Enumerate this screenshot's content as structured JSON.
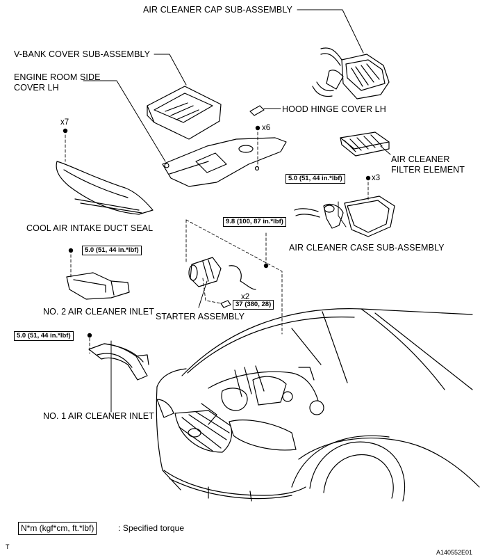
{
  "labels": {
    "air_cleaner_cap": "AIR CLEANER CAP SUB-ASSEMBLY",
    "v_bank_cover": "V-BANK COVER SUB-ASSEMBLY",
    "engine_room_side_cover_l1": "ENGINE ROOM SIDE",
    "engine_room_side_cover_l2": "COVER LH",
    "hood_hinge_cover": "HOOD HINGE COVER LH",
    "air_cleaner_filter_l1": "AIR CLEANER",
    "air_cleaner_filter_l2": "FILTER ELEMENT",
    "cool_air_intake_duct_seal": "COOL AIR INTAKE DUCT SEAL",
    "air_cleaner_case": "AIR CLEANER CASE SUB-ASSEMBLY",
    "no2_air_cleaner_inlet": "NO. 2 AIR CLEANER INLET",
    "starter_assembly": "STARTER ASSEMBLY",
    "no1_air_cleaner_inlet": "NO. 1 AIR CLEANER INLET"
  },
  "quantities": {
    "clips_duct_seal": "x7",
    "clips_side_cover": "x6",
    "bolts_air_case": "x3",
    "bolts_starter": "x2"
  },
  "torques": {
    "air_case": "5.0 (51, 44 in.*lbf)",
    "starter_nut": "9.8 (100, 87 in.*lbf)",
    "no2_inlet": "5.0 (51, 44 in.*lbf)",
    "starter_bolt": "37 (380, 28)",
    "no1_inlet": "5.0 (51, 44 in.*lbf)"
  },
  "legend": {
    "unit_box": "N*m (kgf*cm, ft.*lbf)",
    "description": ": Specified torque"
  },
  "footer": {
    "left_mark": "T",
    "figure_id": "A140552E01"
  }
}
